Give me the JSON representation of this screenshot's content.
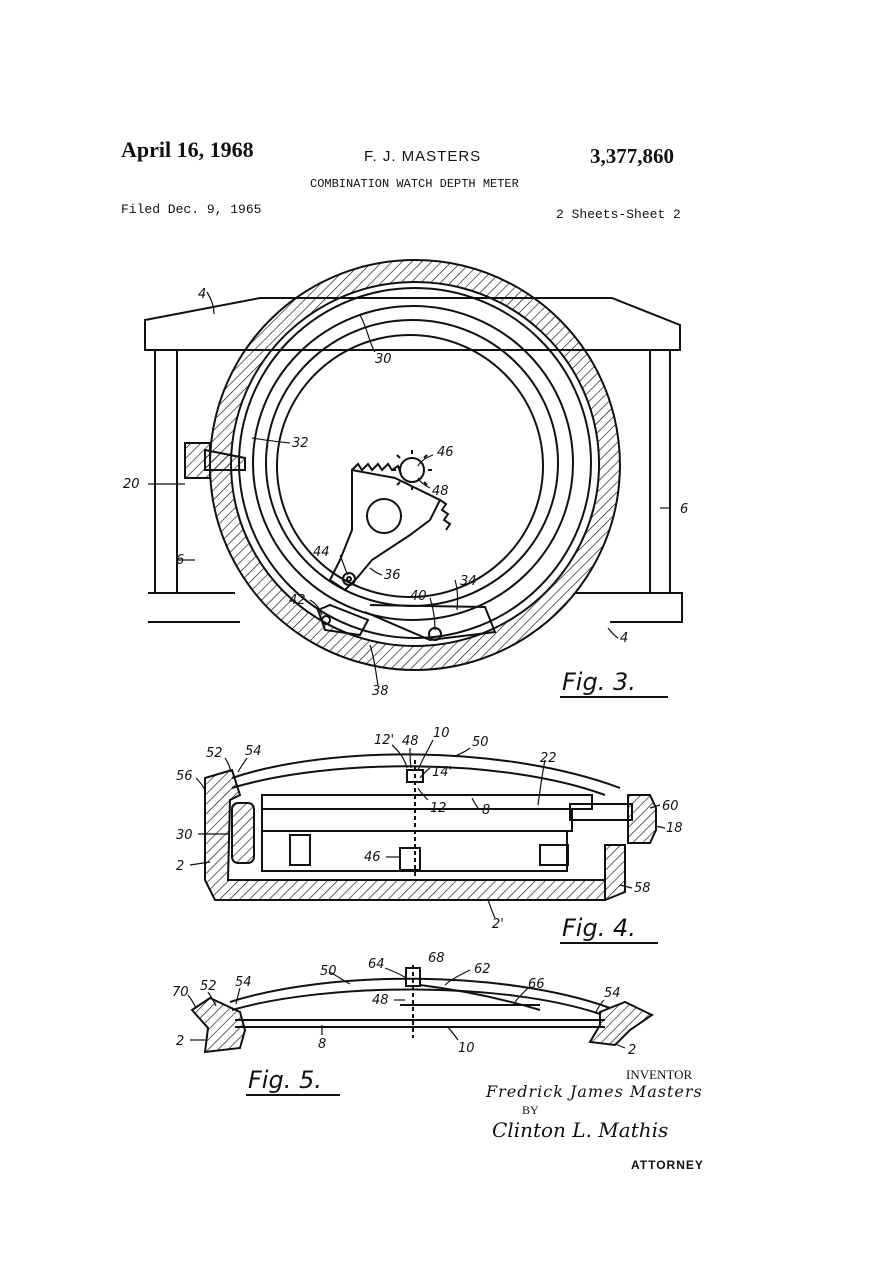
{
  "header": {
    "date": "April 16, 1968",
    "inventor": "F. J. MASTERS",
    "patent_number": "3,377,860",
    "title": "COMBINATION WATCH DEPTH METER",
    "filed": "Filed Dec. 9, 1965",
    "sheets": "2 Sheets-Sheet 2"
  },
  "figures": {
    "fig3": {
      "label": "Fig. 3.",
      "refs": [
        "4",
        "30",
        "32",
        "46",
        "48",
        "20",
        "6",
        "6",
        "44",
        "36",
        "40",
        "34",
        "42",
        "4",
        "38"
      ]
    },
    "fig4": {
      "label": "Fig. 4.",
      "refs": [
        "52",
        "54",
        "12'",
        "48",
        "10",
        "50",
        "14'",
        "22",
        "56",
        "12",
        "8",
        "60",
        "18",
        "30",
        "2",
        "46",
        "58",
        "2'"
      ]
    },
    "fig5": {
      "label": "Fig. 5.",
      "refs": [
        "64",
        "68",
        "50",
        "62",
        "66",
        "70",
        "52",
        "54",
        "48",
        "54",
        "2",
        "8",
        "10",
        "2"
      ]
    }
  },
  "footer": {
    "inventor_label": "INVENTOR",
    "inventor_signature": "Fredrick James Masters",
    "by": "BY",
    "attorney_signature": "Clinton L. Mathis",
    "attorney_label": "ATTORNEY"
  }
}
